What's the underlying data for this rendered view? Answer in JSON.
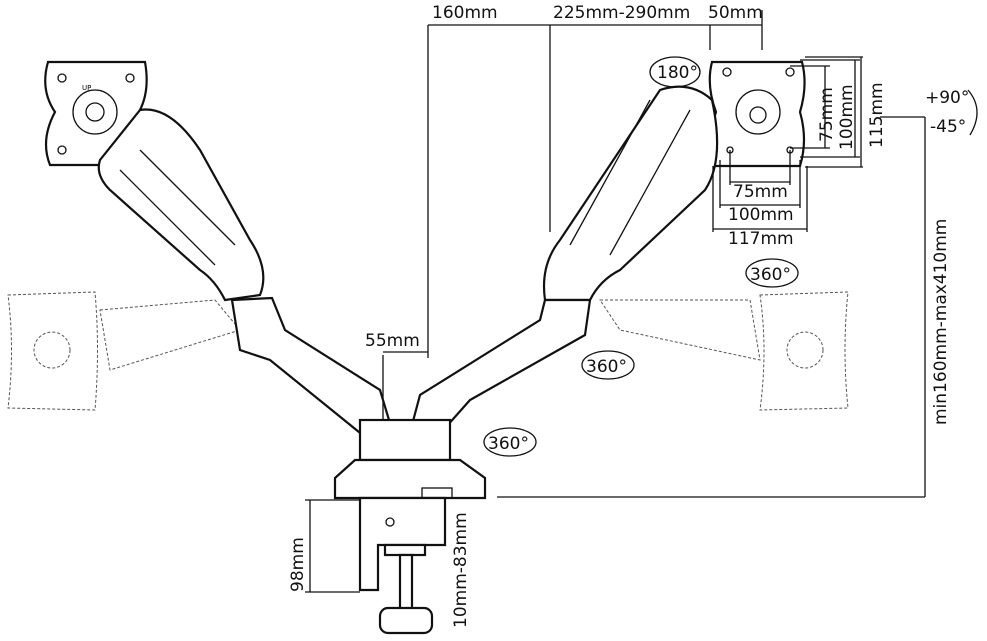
{
  "title": "Dual monitor gas spring arm dimensions",
  "dimensions": {
    "arm_offset": "160mm",
    "arm_reach": "225mm-290mm",
    "plate_offset": "50mm",
    "pole_width": "55mm",
    "vesa_height_small": "75mm",
    "vesa_height_large": "100mm",
    "plate_height": "115mm",
    "vesa_width_small": "75mm",
    "vesa_width_large": "100mm",
    "plate_width": "117mm",
    "height_range": "min160mm-max410mm",
    "clamp_height": "98mm",
    "desk_thickness": "10mm-83mm"
  },
  "rotations": {
    "plate_rotation": "180°",
    "tilt_up": "+90°",
    "tilt_down": "-45°",
    "swivel_plate": "360°",
    "swivel_arm": "360°",
    "swivel_base": "360°"
  },
  "plate_markings": {
    "up": "UP"
  }
}
